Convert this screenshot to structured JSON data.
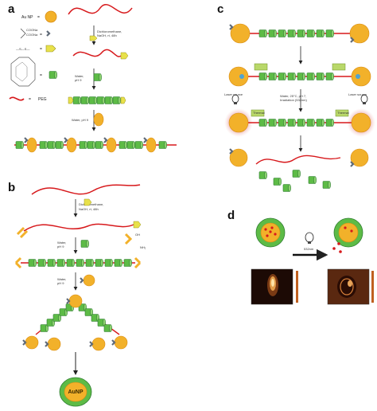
{
  "panels": {
    "a": {
      "label": "a",
      "legend": {
        "aunp": "Au NP",
        "peg": "PEG",
        "coona_1": "COONa",
        "coona_2": "COONa"
      },
      "steps": {
        "s1_line1": "Dichloromethane,",
        "s1_line2": "NaOH, rt, 48h",
        "s2_line1": "Water,",
        "s2_line2": "pH 9",
        "s3": "Water, pH 9"
      }
    },
    "b": {
      "label": "b",
      "steps": {
        "s1_line1": "Dichloromethane,",
        "s1_line2": "NaOH, rt, 48h",
        "s2_line1": "Water,",
        "s2_line2": "pH 9",
        "s3_line1": "Water,",
        "s3_line2": "pH 9"
      },
      "core_text": "AuNP"
    },
    "c": {
      "label": "c",
      "steps": {
        "laser_left": "Laser source",
        "laser_right": "Laser source",
        "irr_line1": "Water, 25°C, pH 7,",
        "irr_line2": "Irradiation (532nm)",
        "heat_left": "Thermal",
        "heat_right": "Thermal"
      }
    },
    "d": {
      "label": "d",
      "arrow_text": "532nm"
    }
  },
  "colors": {
    "gold": "#F2B12A",
    "gold_stroke": "#D98C12",
    "green": "#5DBB46",
    "green_dark": "#2E7D32",
    "peg": "#D7191C",
    "stopper": "#E8E14A",
    "chevron": "#5F6A78",
    "halo": "#E9A3A0"
  }
}
